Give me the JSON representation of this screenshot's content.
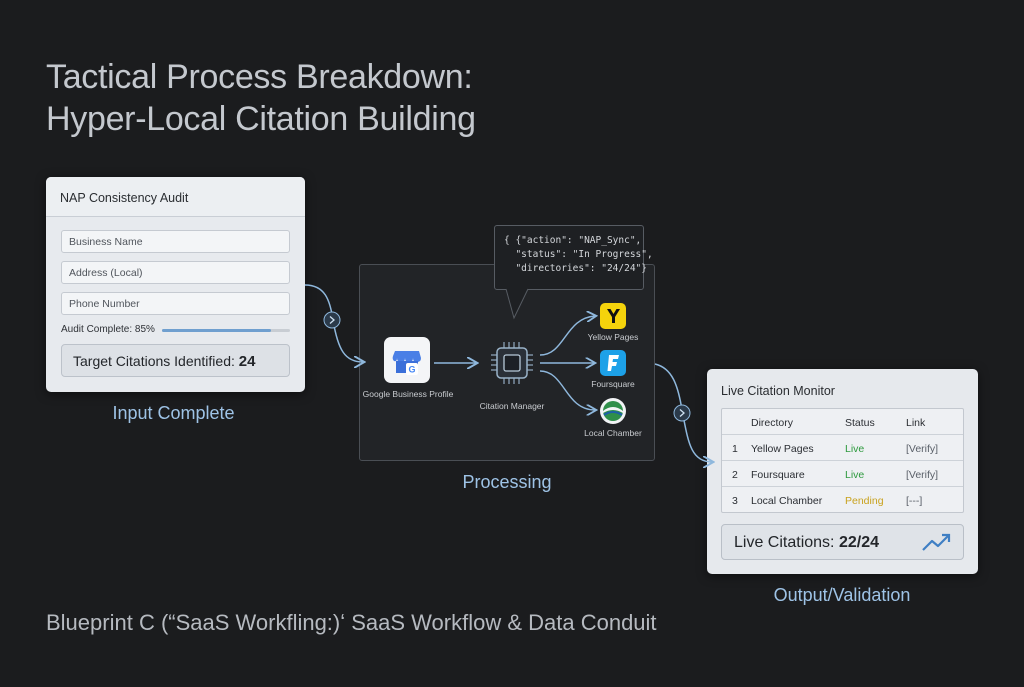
{
  "title": {
    "line1": "Tactical Process Breakdown:",
    "line2": "Hyper-Local Citation Building"
  },
  "input_card": {
    "header": "NAP Consistency Audit",
    "fields": [
      "Business Name",
      "Address (Local)",
      "Phone Number"
    ],
    "audit_label": "Audit Complete: 85%",
    "audit_progress": 0.85,
    "target_label": "Target Citations Identified:",
    "target_value": "24",
    "caption": "Input Complete"
  },
  "processing": {
    "json_bubble": {
      "line1": "{ {\"action\": \"NAP_Sync\",",
      "line2": "  \"status\": \"In Progress\",",
      "line3": "  \"directories\": \"24/24\"}"
    },
    "source_label": "Google Business Profile",
    "source_icon": "google-business-icon",
    "manager_label": "Citation Manager",
    "manager_icon": "chip-icon",
    "directories": [
      {
        "label": "Yellow Pages",
        "icon": "yellow-pages-icon",
        "color": "#f5d30c"
      },
      {
        "label": "Foursquare",
        "icon": "foursquare-icon",
        "color": "#1da1e8"
      },
      {
        "label": "Local Chamber",
        "icon": "local-chamber-icon",
        "color": "#2f8f4a"
      }
    ],
    "caption": "Processing"
  },
  "output_card": {
    "header": "Live Citation Monitor",
    "columns": [
      "Directory",
      "Status",
      "Link"
    ],
    "rows": [
      {
        "num": "1",
        "directory": "Yellow Pages",
        "status": "Live",
        "link": "[Verify]"
      },
      {
        "num": "2",
        "directory": "Foursquare",
        "status": "Live",
        "link": "[Verify]"
      },
      {
        "num": "3",
        "directory": "Local Chamber",
        "status": "Pending",
        "link": "[---]"
      }
    ],
    "live_label": "Live Citations:",
    "live_value": "22/24",
    "caption": "Output/Validation",
    "status_colors": {
      "live": "#2e9a3e",
      "pending": "#c9a21d"
    }
  },
  "footer": "Blueprint C (“SaaS Workfling:)ʻ SaaS Workflow & Data Conduit",
  "colors": {
    "background": "#1b1c1e",
    "accent": "#9ec3e6",
    "connector": "#8fb8dd"
  }
}
